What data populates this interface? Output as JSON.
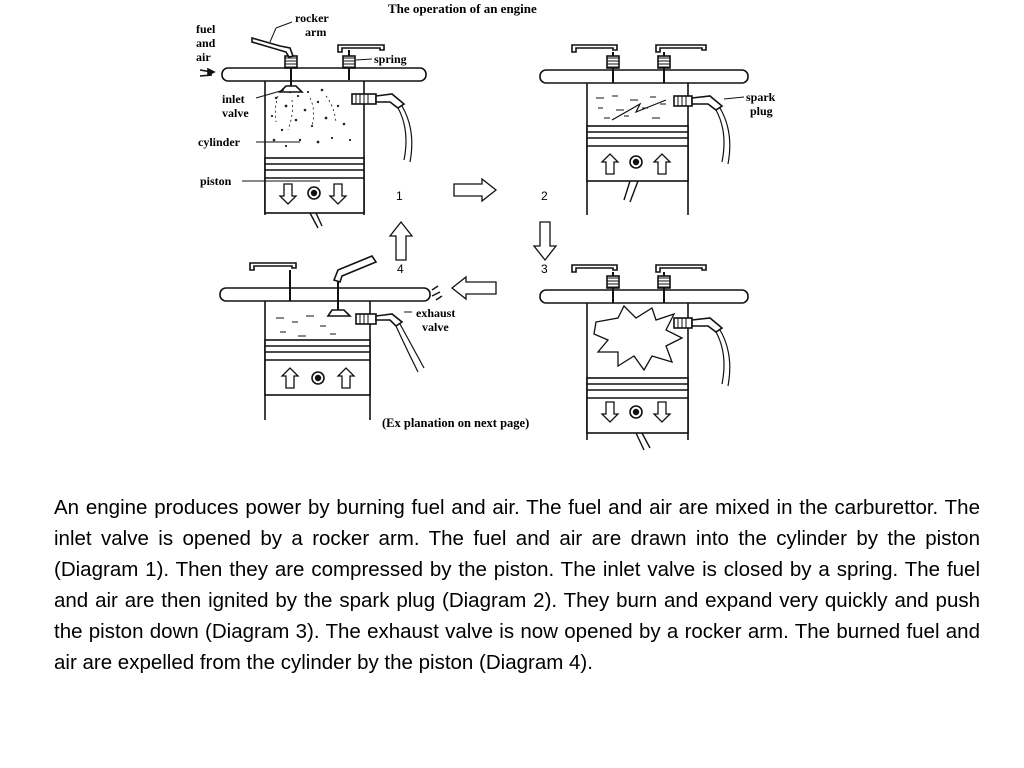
{
  "diagram": {
    "title": "The operation of an engine",
    "labels": {
      "fuel_and_air": [
        "fuel",
        "and",
        "air"
      ],
      "rocker_arm": [
        "rocker",
        "arm"
      ],
      "spring": "spring",
      "inlet_valve": [
        "inlet",
        "valve"
      ],
      "cylinder": "cylinder",
      "piston": "piston",
      "spark_plug": [
        "spark",
        "plug"
      ],
      "exhaust_valve": [
        "exhaust",
        "valve"
      ]
    },
    "stage_numbers": [
      "1",
      "2",
      "3",
      "4"
    ],
    "note": "(Ex planation on next page)"
  },
  "explanation": "An engine produces power by burning fuel and air. The fuel and air are mixed in the carburettor. The inlet valve is opened by a rocker arm. The fuel and air are drawn into the cylinder by the piston (Diagram 1). Then they are compressed by the piston. The inlet valve is closed by a spring. The fuel and air are then ignited by the spark plug (Diagram 2). They burn and expand very quickly and push the piston down (Diagram 3). The exhaust valve is now opened by a rocker arm. The burned fuel and air are expelled from the cylinder by the piston (Diagram 4)."
}
